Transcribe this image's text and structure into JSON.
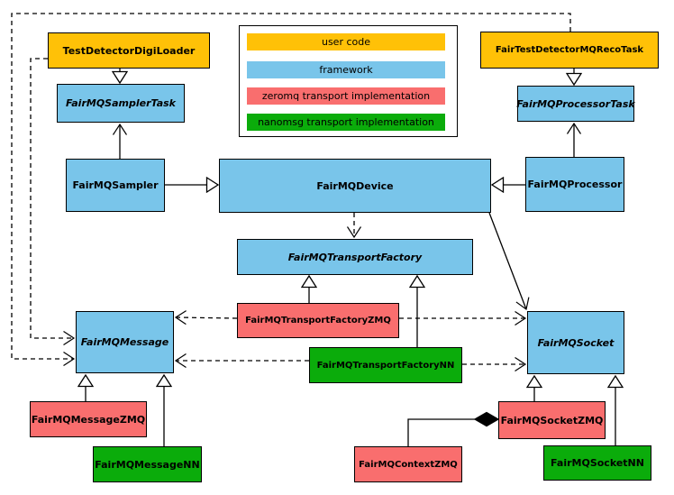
{
  "diagram": {
    "kind": "class-diagram",
    "colors": {
      "user_code": "#FFC107",
      "framework": "#79C5EA",
      "zeromq": "#F96E6E",
      "nanomsg": "#0BAC0B",
      "edge": "#000000",
      "background": "#ffffff"
    },
    "legend": {
      "items": [
        {
          "label": "user code",
          "color": "#FFC107"
        },
        {
          "label": "framework",
          "color": "#79C5EA"
        },
        {
          "label": "zeromq transport implementation",
          "color": "#F96E6E"
        },
        {
          "label": "nanomsg transport implementation",
          "color": "#0BAC0B"
        }
      ]
    },
    "nodes": {
      "test_detector_digi_loader": {
        "label": "TestDetectorDigiLoader",
        "category": "user code",
        "abstract": false
      },
      "fair_test_detector_mq_reco_task": {
        "label": "FairTestDetectorMQRecoTask",
        "category": "user code",
        "abstract": false
      },
      "fairmq_sampler_task": {
        "label": "FairMQSamplerTask",
        "category": "framework",
        "abstract": true
      },
      "fairmq_processor_task": {
        "label": "FairMQProcessorTask",
        "category": "framework",
        "abstract": true
      },
      "fairmq_sampler": {
        "label": "FairMQSampler",
        "category": "framework",
        "abstract": false
      },
      "fairmq_device": {
        "label": "FairMQDevice",
        "category": "framework",
        "abstract": false
      },
      "fairmq_processor": {
        "label": "FairMQProcessor",
        "category": "framework",
        "abstract": false
      },
      "fairmq_transport_factory": {
        "label": "FairMQTransportFactory",
        "category": "framework",
        "abstract": true
      },
      "fairmq_transport_factory_zmq": {
        "label": "FairMQTransportFactoryZMQ",
        "category": "zeromq",
        "abstract": false
      },
      "fairmq_transport_factory_nn": {
        "label": "FairMQTransportFactoryNN",
        "category": "nanomsg",
        "abstract": false
      },
      "fairmq_message": {
        "label": "FairMQMessage",
        "category": "framework",
        "abstract": true
      },
      "fairmq_socket": {
        "label": "FairMQSocket",
        "category": "framework",
        "abstract": true
      },
      "fairmq_message_zmq": {
        "label": "FairMQMessageZMQ",
        "category": "zeromq",
        "abstract": false
      },
      "fairmq_message_nn": {
        "label": "FairMQMessageNN",
        "category": "nanomsg",
        "abstract": false
      },
      "fairmq_socket_zmq": {
        "label": "FairMQSocketZMQ",
        "category": "zeromq",
        "abstract": false
      },
      "fairmq_socket_nn": {
        "label": "FairMQSocketNN",
        "category": "nanomsg",
        "abstract": false
      },
      "fairmq_context_zmq": {
        "label": "FairMQContextZMQ",
        "category": "zeromq",
        "abstract": false
      }
    },
    "edges": [
      {
        "from": "TestDetectorDigiLoader",
        "to": "FairMQSamplerTask",
        "line": "solid",
        "arrowhead": "hollow-triangle"
      },
      {
        "from": "FairTestDetectorMQRecoTask",
        "to": "FairMQProcessorTask",
        "line": "solid",
        "arrowhead": "hollow-triangle"
      },
      {
        "from": "FairMQSampler",
        "to": "FairMQSamplerTask",
        "line": "solid",
        "arrowhead": "open"
      },
      {
        "from": "FairMQProcessor",
        "to": "FairMQProcessorTask",
        "line": "solid",
        "arrowhead": "open"
      },
      {
        "from": "FairMQSampler",
        "to": "FairMQDevice",
        "line": "solid",
        "arrowhead": "hollow-triangle"
      },
      {
        "from": "FairMQProcessor",
        "to": "FairMQDevice",
        "line": "solid",
        "arrowhead": "hollow-triangle"
      },
      {
        "from": "FairMQDevice",
        "to": "FairMQTransportFactory",
        "line": "dashed",
        "arrowhead": "open"
      },
      {
        "from": "FairMQDevice",
        "to": "FairMQSocket",
        "line": "solid",
        "arrowhead": "open"
      },
      {
        "from": "FairMQTransportFactoryZMQ",
        "to": "FairMQTransportFactory",
        "line": "solid",
        "arrowhead": "hollow-triangle"
      },
      {
        "from": "FairMQTransportFactoryNN",
        "to": "FairMQTransportFactory",
        "line": "solid",
        "arrowhead": "hollow-triangle"
      },
      {
        "from": "FairMQTransportFactoryZMQ",
        "to": "FairMQMessage",
        "line": "dashed",
        "arrowhead": "open"
      },
      {
        "from": "FairMQTransportFactoryZMQ",
        "to": "FairMQSocket",
        "line": "dashed",
        "arrowhead": "open"
      },
      {
        "from": "FairMQTransportFactoryNN",
        "to": "FairMQMessage",
        "line": "dashed",
        "arrowhead": "open"
      },
      {
        "from": "FairMQTransportFactoryNN",
        "to": "FairMQSocket",
        "line": "dashed",
        "arrowhead": "open"
      },
      {
        "from": "TestDetectorDigiLoader",
        "to": "FairMQMessage",
        "line": "dashed",
        "arrowhead": "open"
      },
      {
        "from": "FairTestDetectorMQRecoTask",
        "to": "FairMQMessage",
        "line": "dashed",
        "arrowhead": "open"
      },
      {
        "from": "FairMQMessageZMQ",
        "to": "FairMQMessage",
        "line": "solid",
        "arrowhead": "hollow-triangle"
      },
      {
        "from": "FairMQMessageNN",
        "to": "FairMQMessage",
        "line": "solid",
        "arrowhead": "hollow-triangle"
      },
      {
        "from": "FairMQSocketZMQ",
        "to": "FairMQSocket",
        "line": "solid",
        "arrowhead": "hollow-triangle"
      },
      {
        "from": "FairMQSocketNN",
        "to": "FairMQSocket",
        "line": "solid",
        "arrowhead": "hollow-triangle"
      },
      {
        "from": "FairMQContextZMQ",
        "to": "FairMQSocketZMQ",
        "line": "solid",
        "arrowhead": "filled-diamond"
      }
    ]
  }
}
